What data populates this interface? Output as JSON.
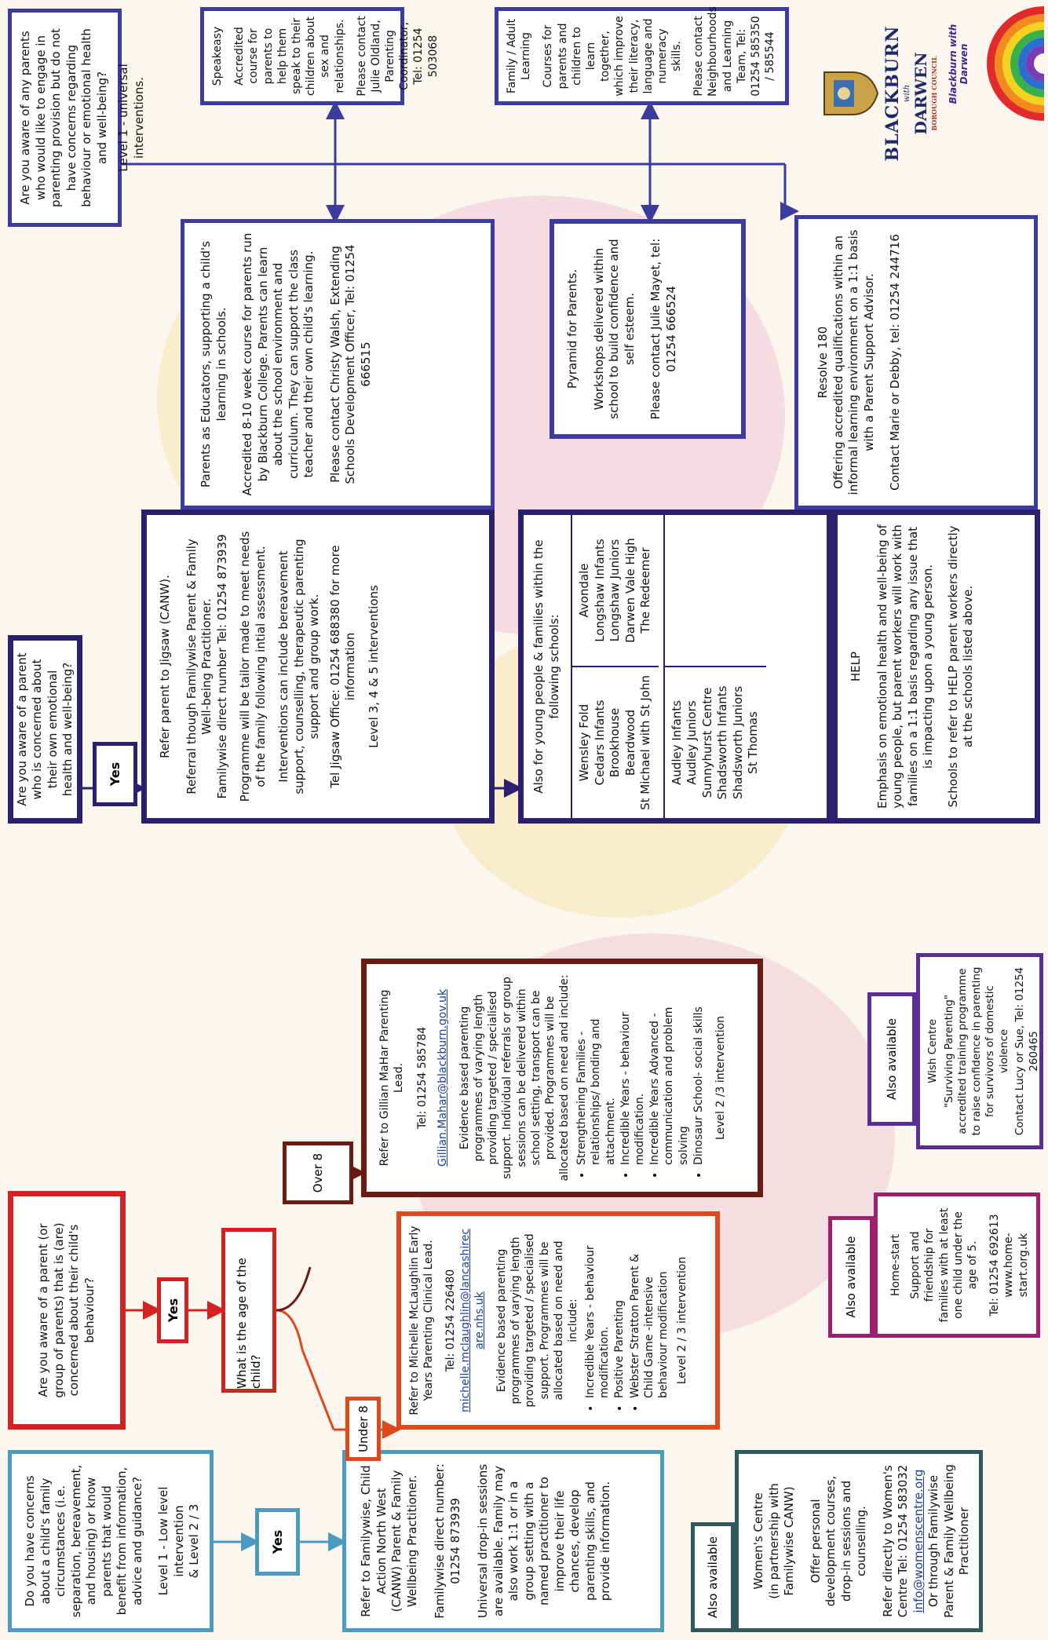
{
  "colors": {
    "teal": "#4a9ac2",
    "orange": "#e0481c",
    "red": "#d42222",
    "maroon": "#6b1c12",
    "navy": "#2b2070",
    "blue": "#3c3ca0",
    "purple": "#5a2e92",
    "magenta": "#a0206e",
    "slate": "#2e5a5e"
  },
  "teal_q": {
    "lines": [
      "Do you have concerns about a child's family circumstances (i.e. separation, bereavement, and housing) or know parents that would benefit from information, advice and guidance?",
      "Level 1 - Low level intervention",
      "& Level 2 / 3"
    ]
  },
  "teal_yes": "Yes",
  "teal_ref": {
    "lines": [
      "Refer to Familywise, Child Action North West (CANW) Parent & Family Wellbeing Practitioner.",
      "Familywise direct number: 01254 873939",
      "Universal drop-in sessions are available. Family may also work 1:1 or in a group setting with a named practitioner to improve their life chances, develop parenting skills, and provide information."
    ]
  },
  "women_tag": "Also available",
  "women": {
    "lines": [
      "Women's Centre",
      "(in partnership with Familywise CANW)",
      "Offer personal development courses, drop-in sessions and counselling.",
      "Refer directly to Women's Centre Tel: 01254 583032"
    ],
    "link": "info@womenscentre.org",
    "tail": [
      "Or through Familywise Parent & Family Wellbeing Practitioner"
    ]
  },
  "red_q": "Are you aware of a parent (or group of parents) that is (are) concerned about their child's behaviour?",
  "red_yes": "Yes",
  "age_q": "What is the age of the child?",
  "under8": "Under 8",
  "over8": "Over 8",
  "mich": {
    "head": [
      "Refer to Michelle McLaughlin Early Years Parenting Clinical Lead.",
      "Tel: 01254 226480"
    ],
    "link": "michelle.mclaughlin@lancashirecare.nhs.uk",
    "body": "Evidence based parenting programmes of varying length providing targeted / specialised support. Programmes will be allocated based on need and include:",
    "bullets": [
      "Incredible Years - behaviour modification.",
      "Positive Parenting",
      "Webster Stratton Parent & Child Game -intensive behaviour modification"
    ],
    "level": "Level 2 / 3 intervention"
  },
  "gill": {
    "head": [
      "Refer to Gillian MaHar Parenting Lead.",
      "Tel: 01254 585784"
    ],
    "link": "Gillian.Mahar@blackburn.gov.uk",
    "body": "Evidence based parenting programmes of varying length providing targeted / specialised support. Individual referrals or group sessions can be delivered within school setting, transport can be provided. Programmes will be allocated based on need and include:",
    "bullets": [
      "Strengthening Families - relationships/ bonding and attachment.",
      "Incredible Years - behaviour modification.",
      "Incredible Years Advanced - communication and problem solving",
      "Dinosaur School- social skills"
    ],
    "level": "Level 2 /3 intervention"
  },
  "home_tag": "Also  available",
  "home": {
    "lines": [
      "Home-start",
      "Support and friendship for families with at least one child under the age of 5.",
      "Tel: 01254 692613 www.home-start.org.uk"
    ]
  },
  "wish_tag": "Also available",
  "wish": {
    "lines": [
      "Wish Centre",
      "\"Surviving Parenting\" accredited training programme to raise confidence in parenting for survivors of domestic violence",
      "Contact Lucy or Sue, Tel: 01254 260465"
    ]
  },
  "navy_q": "Are you aware of a parent who is concerned about their own emotional health and well-being?",
  "navy_yes": "Yes",
  "jigsaw": {
    "lines": [
      "Refer parent to Jigsaw (CANW).",
      "Referral though Familywise Parent & Family Well-being Practitioner.",
      "Familywise direct number Tel: 01254 873939",
      "Programme will be tailor made to meet needs of the family following intial assessment.",
      "Interventions can include bereavement support, counselling, therapeutic parenting support and group work.",
      "Tel Jigsaw Office: 01254 688380 for more information",
      "Level 3, 4 & 5 interventions"
    ]
  },
  "schools": {
    "title": "Also for young people & families within the following schools:",
    "col1a": [
      "Wensley Fold",
      "Cedars Infants",
      "Brookhouse",
      "Beardwood",
      "St Michael with St John"
    ],
    "col2a": [
      "Avondale",
      "Longshaw Infants",
      "Longshaw Juniors",
      "Darwen Vale High",
      "The Redeemer"
    ],
    "col1b": [
      "Audley Infants",
      "Audley Juniors",
      "Sunnyhurst Centre",
      "Shadsworth Infants",
      "Shadsworth Juniors",
      "St Thomas"
    ]
  },
  "help": {
    "lines": [
      "HELP",
      "Emphasis on emotional health and well-being of young people, but parent workers will work with families on a 1:1 basis regarding any issue that is impacting upon a young person.",
      "Schools to refer to HELP parent workers directly at the schools listed above."
    ]
  },
  "uni_q": {
    "lines": [
      "Are you aware of any parents who would like to engage in parenting provision but do not have concerns regarding behaviour or emotional health and well-being?",
      "Level 1 - universal interventions."
    ]
  },
  "educ": {
    "lines": [
      "Parents as Educators, supporting a child's learning in schools.",
      "Accredited 8-10 week course for parents run by Blackburn College. Parents can learn about the school environment and curriculum. They can support the class teacher and their own child's learning.",
      "Please contact Christy Walsh, Extending Schools Development Officer, Tel: 01254 666515"
    ]
  },
  "speak": {
    "lines": [
      "Speakeasy",
      "Accredited course for parents to help them speak to their children about sex and relationships.",
      "Please contact Julie Oldland, Parenting Coordinator, Tel: 01254 503068"
    ]
  },
  "pyr": {
    "lines": [
      "Pyramid for Parents.",
      "Workshops delivered within school to build confidence and self esteem.",
      "Please contact Julie Mayet, tel: 01254 666524"
    ]
  },
  "fam": {
    "lines": [
      "Family / Adult Learning",
      "Courses for parents and children to learn together, which improve their literacy, language and numeracy skills.",
      "Please contact Neighbourhoods and Learning Team, Tel: 01254 585350 / 585544"
    ]
  },
  "res": {
    "lines": [
      "Resolve 180",
      "Offering accredited qualifications within an informal learning environment on a 1:1 basis with a Parent Support Advisor.",
      "Contact Marie or Debby, tel: 01254 244716"
    ]
  },
  "logo": {
    "top": "BLACKBURN",
    "with": "with",
    "bottom": "DARWEN",
    "council": "BOROUGH COUNCIL",
    "rainbow": "Blackburn with Darwen"
  }
}
